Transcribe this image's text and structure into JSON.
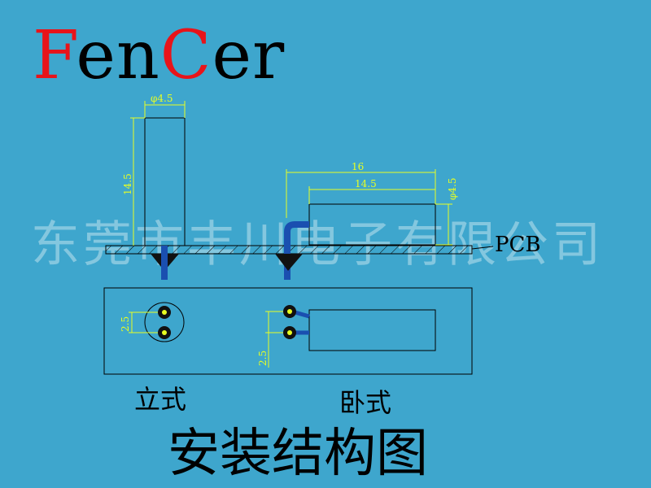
{
  "logo": {
    "part1": "F",
    "part2": "en",
    "part3": "C",
    "part4": "er"
  },
  "watermark": "东莞市丰川电子有限公司",
  "labels": {
    "upright": "立式",
    "horizontal": "卧式",
    "pcb": "PCB",
    "title": "安装结构图"
  },
  "dimensions": {
    "upright_diameter": "φ4.5",
    "upright_length": "14.5",
    "horizontal_total_length": "16",
    "horizontal_body_length": "14.5",
    "horizontal_diameter": "φ4.5",
    "upright_pin_spacing": "2.5",
    "horizontal_pin_spacing": "2.5"
  },
  "colors": {
    "background": "#3ea6cd",
    "logo_red": "#e8141a",
    "dimension": "#e8ff22",
    "lead": "#1a4fb0"
  }
}
